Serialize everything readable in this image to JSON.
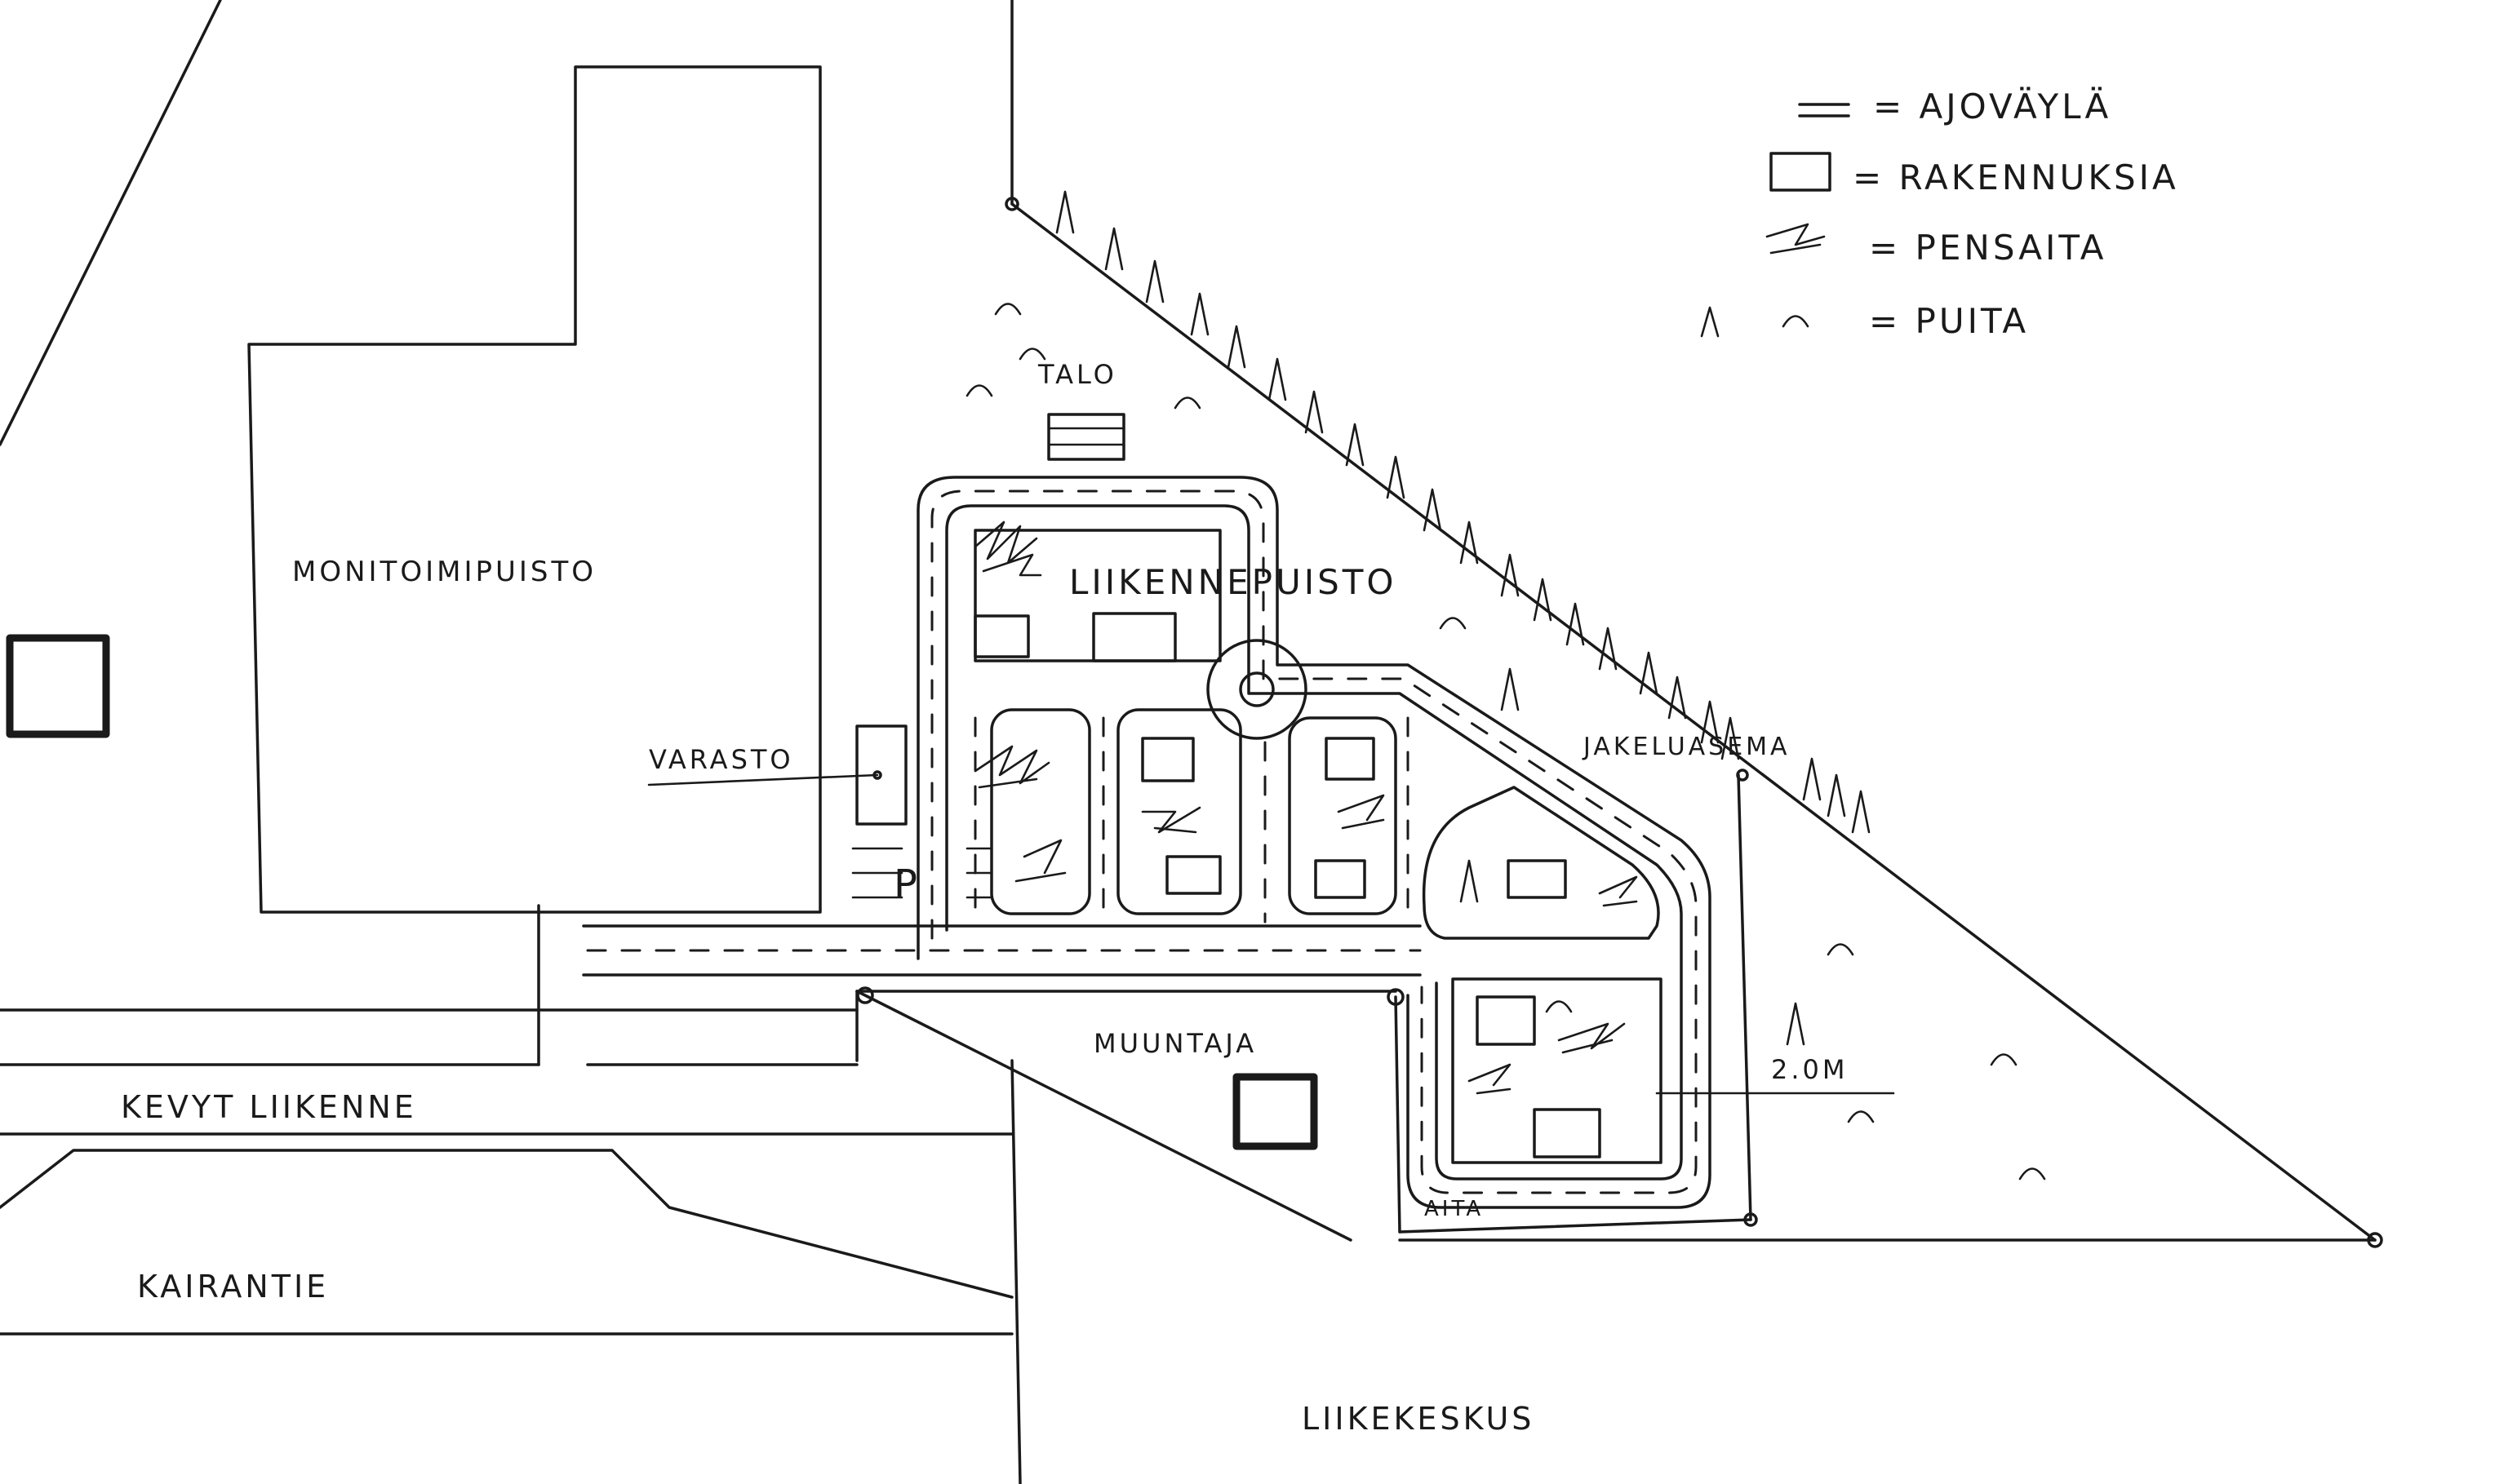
{
  "legend": {
    "driveway": "= AJOVÄYLÄ",
    "buildings": "= RAKENNUKSIA",
    "shrubs": "= PENSAITA",
    "trees": "= PUITA"
  },
  "labels": {
    "motocross_park": "MONITOIMIPUISTO",
    "traffic_park": "LIIKENNEPUISTO",
    "house": "TALO",
    "storage": "VARASTO",
    "parking": "P",
    "distribution_station": "JAKELUASEMA",
    "transformer": "MUUNTAJA",
    "light_traffic": "KEVYT LIIKENNE",
    "road": "KAIRANTIE",
    "shopping_center": "LIIKEKESKUS",
    "fence": "AITA",
    "height": "2.0M"
  }
}
